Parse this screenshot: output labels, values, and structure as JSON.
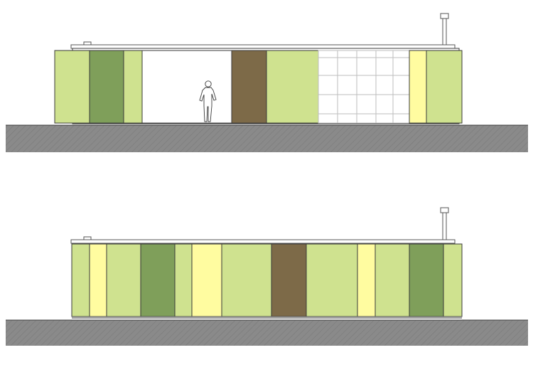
{
  "colors": {
    "background": "#ffffff",
    "ground": "#8a8a8a",
    "ground_hatch": "#7a7a7a",
    "outline": "#3a3a3a",
    "roof_line": "#555555",
    "light_green": "#cfe28f",
    "medium_green": "#7f9f5a",
    "pale_yellow": "#fffca0",
    "brown": "#7d6a48",
    "glazing_frame": "#bdbdbd",
    "interior": "#ffffff"
  },
  "elevations": [
    {
      "name": "elevation-upper",
      "panels": [
        "light_green",
        "medium_green",
        "light_green",
        "interior",
        "brown",
        "light_green",
        "glazing",
        "pale_yellow",
        "light_green"
      ],
      "has_person": true,
      "has_chimney": true
    },
    {
      "name": "elevation-lower",
      "panels": [
        "light_green",
        "pale_yellow",
        "light_green",
        "medium_green",
        "light_green",
        "pale_yellow",
        "light_green",
        "brown",
        "light_green",
        "pale_yellow",
        "light_green",
        "medium_green",
        "light_green"
      ],
      "has_person": false,
      "has_chimney": true
    }
  ]
}
